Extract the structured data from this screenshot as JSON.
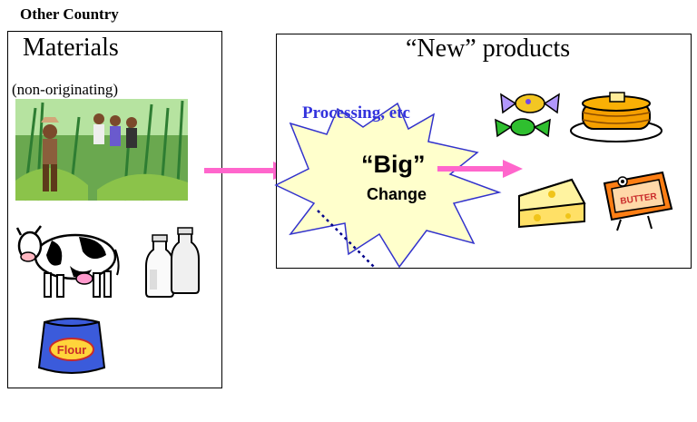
{
  "header": {
    "country_label": "Other Country"
  },
  "materials": {
    "title": "Materials",
    "subtitle": "(non-originating)",
    "items": [
      {
        "icon": "sugarcane-field-icon"
      },
      {
        "icon": "cow-icon"
      },
      {
        "icon": "milk-bottles-icon"
      },
      {
        "icon": "flour-sack-icon",
        "label": "Flour"
      }
    ]
  },
  "products": {
    "title": "“New” products",
    "process_label": "Processing, etc",
    "burst_title": "“Big”",
    "burst_subtitle": "Change",
    "items": [
      {
        "icon": "candy-icon"
      },
      {
        "icon": "pancakes-icon"
      },
      {
        "icon": "cheese-icon"
      },
      {
        "icon": "butter-icon",
        "label": "BUTTER"
      }
    ]
  },
  "colors": {
    "arrow": "#ff66cc",
    "process_text": "#3333dd",
    "burst_fill": "#ffffcc",
    "burst_stroke": "#3333cc"
  }
}
